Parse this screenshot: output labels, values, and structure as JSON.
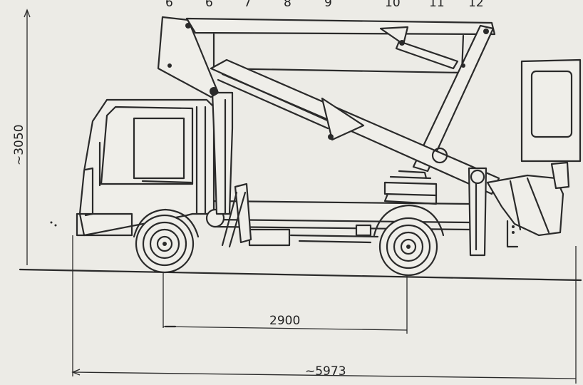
{
  "top_numbers": [
    "6",
    "6",
    "7",
    "8",
    "9",
    "10",
    "11",
    "12"
  ],
  "dimensions": {
    "height": "~3050",
    "wheelbase": "2900",
    "overall_length": "~5973"
  },
  "colors": {
    "background": "#ecebe6",
    "ink": "#2a2a2a"
  }
}
